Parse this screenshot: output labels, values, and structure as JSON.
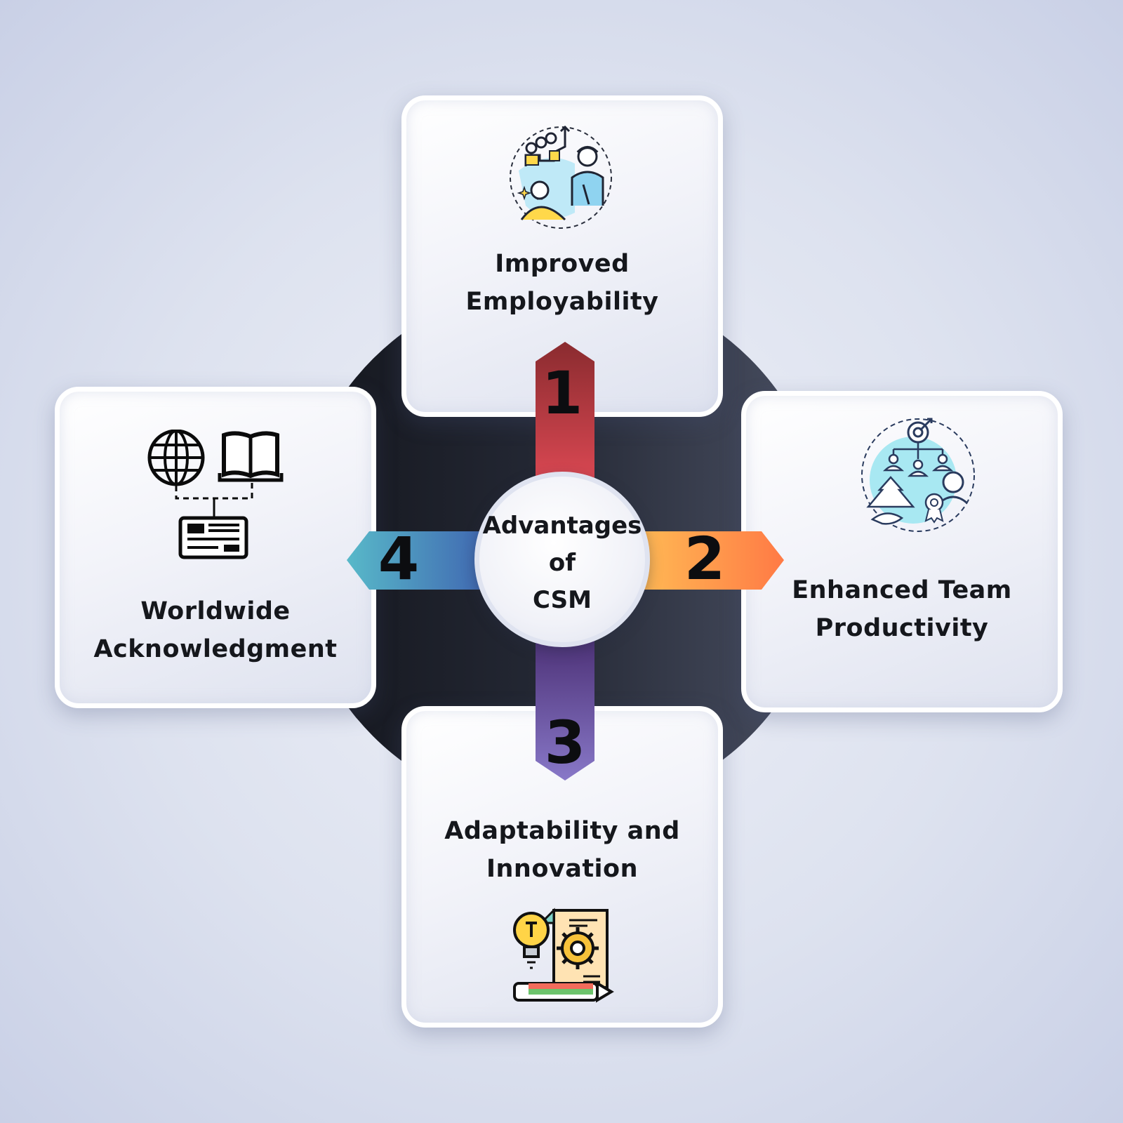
{
  "diagram": {
    "center": {
      "lines": [
        "Advantages",
        "of",
        "CSM"
      ]
    },
    "items": [
      {
        "number": "1",
        "lines": [
          "Improved",
          "Employability"
        ],
        "icon": "career-growth-icon",
        "color_top": "#8a2b2f",
        "color_bottom": "#e04a55"
      },
      {
        "number": "2",
        "lines": [
          "Enhanced Team",
          "Productivity"
        ],
        "icon": "team-goal-icon",
        "color_start": "#ffbd55",
        "color_end": "#ff7a45"
      },
      {
        "number": "3",
        "lines": [
          "Adaptability and",
          "Innovation"
        ],
        "icon": "innovation-icon",
        "color_top": "#4a2e73",
        "color_bottom": "#8878c8"
      },
      {
        "number": "4",
        "lines": [
          "Worldwide",
          "Acknowledgment"
        ],
        "icon": "globe-book-certificate-icon",
        "color_start": "#58b9c9",
        "color_end": "#3f64b0"
      }
    ]
  }
}
